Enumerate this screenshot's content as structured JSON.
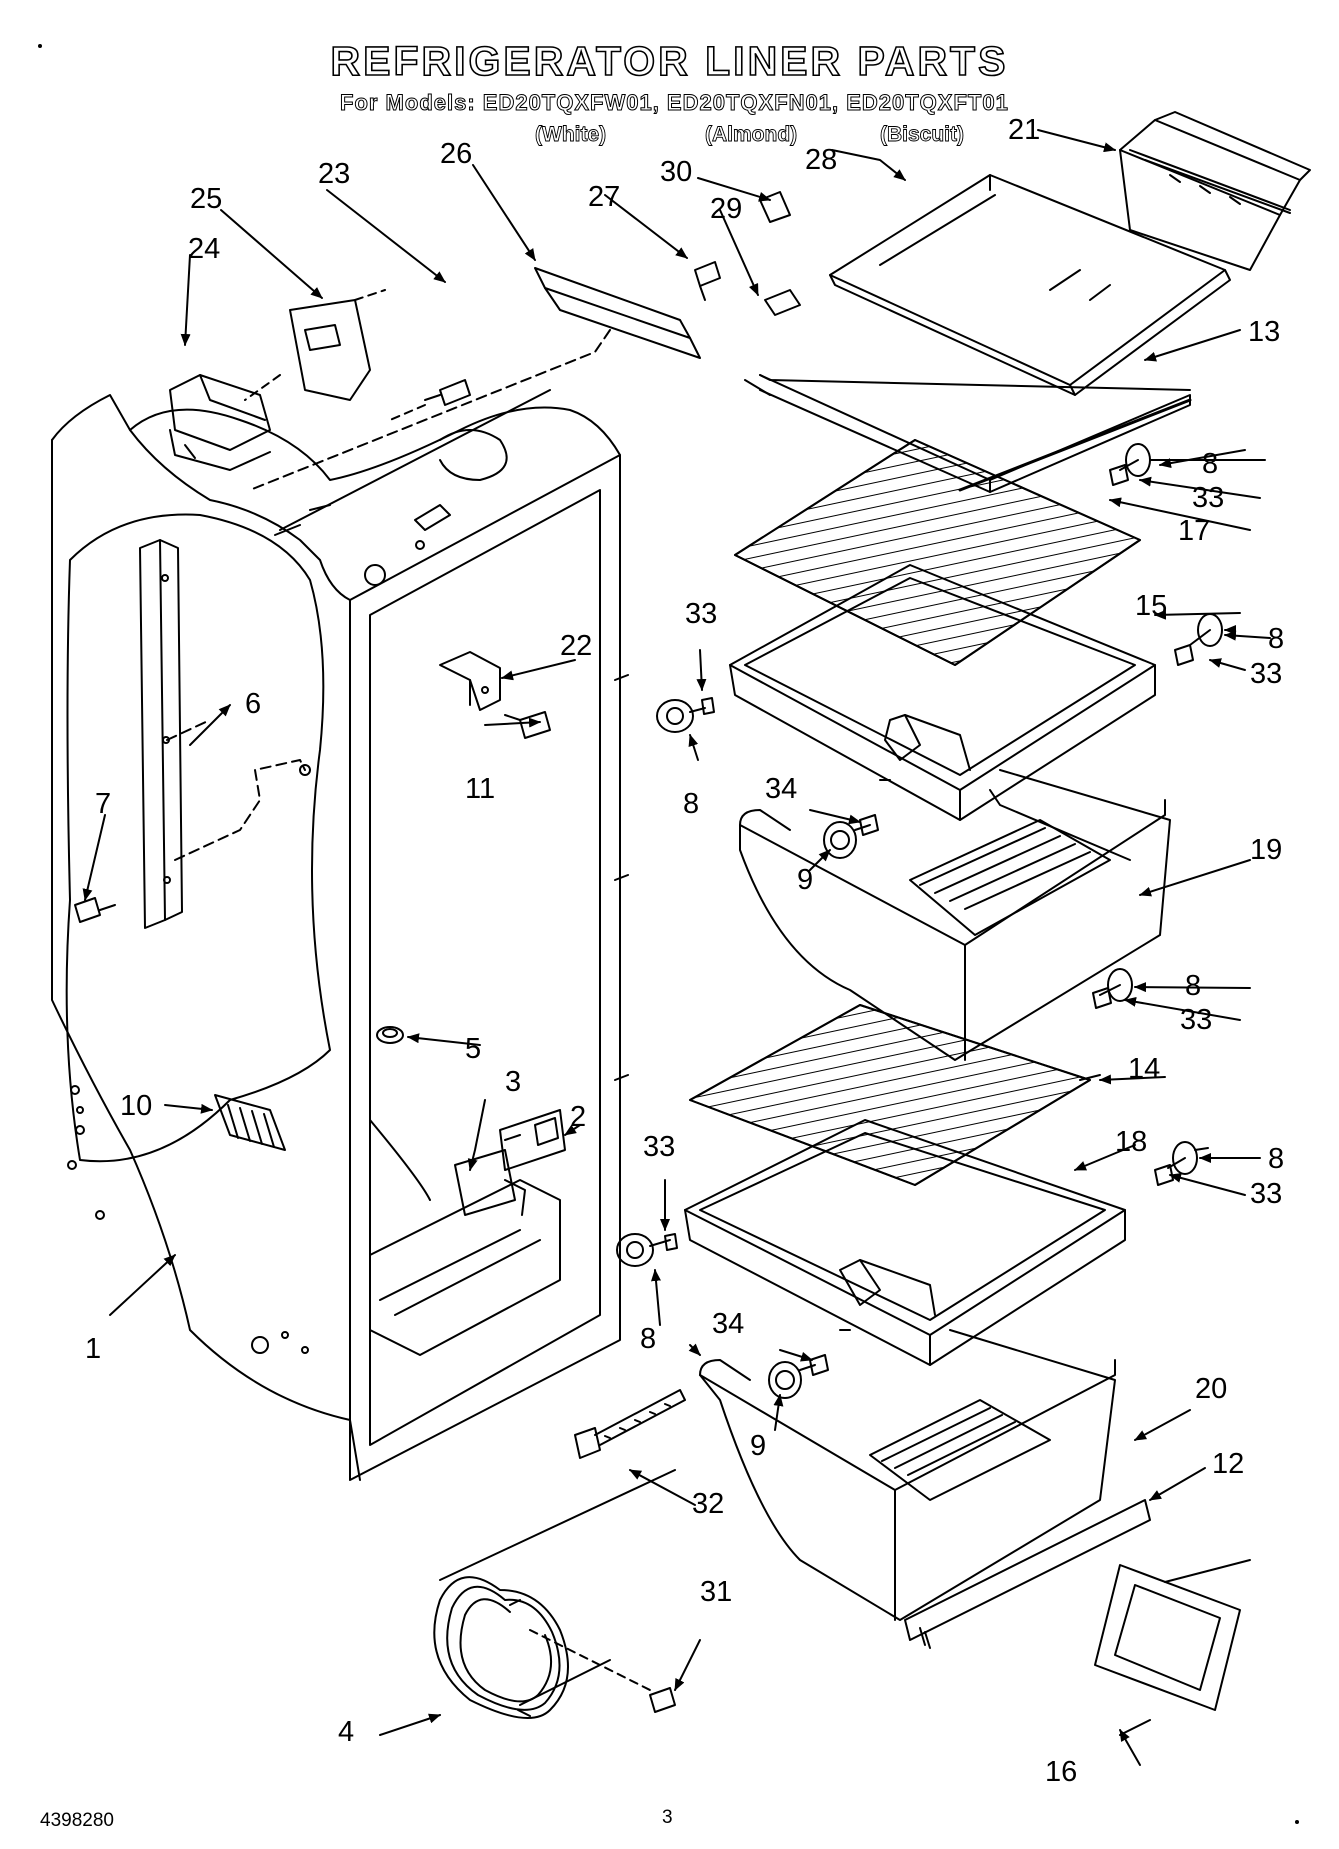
{
  "header": {
    "title": "REFRIGERATOR LINER PARTS",
    "models_line": "For Models: ED20TQXFW01, ED20TQXFN01, ED20TQXFT01",
    "colors": [
      "(White)",
      "(Almond)",
      "(Biscuit)"
    ]
  },
  "callouts": {
    "p1": "1",
    "p2": "2",
    "p3": "3",
    "p4": "4",
    "p5": "5",
    "p6": "6",
    "p7": "7",
    "p8": "8",
    "p9": "9",
    "p10": "10",
    "p11": "11",
    "p12": "12",
    "p13": "13",
    "p14": "14",
    "p15": "15",
    "p16": "16",
    "p17": "17",
    "p18": "18",
    "p19": "19",
    "p20": "20",
    "p21": "21",
    "p22": "22",
    "p23": "23",
    "p24": "24",
    "p25": "25",
    "p26": "26",
    "p27": "27",
    "p28": "28",
    "p29": "29",
    "p30": "30",
    "p31": "31",
    "p32": "32",
    "p33": "33",
    "p34": "34"
  },
  "footer": {
    "part_number": "4398280",
    "page_number": "3"
  }
}
